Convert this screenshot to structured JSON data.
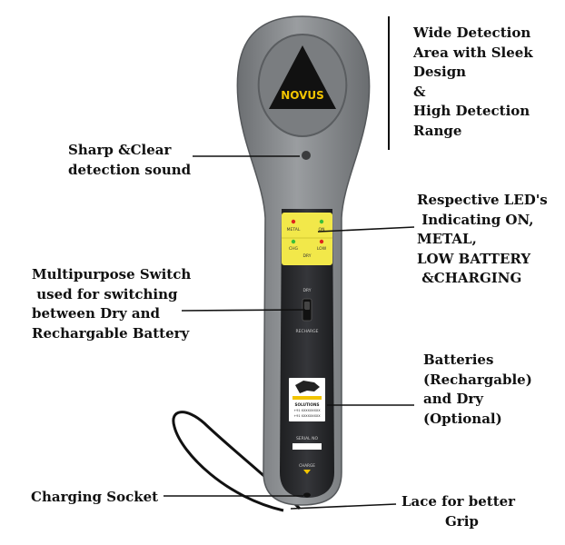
{
  "callouts": {
    "wide_detection": [
      "Wide Detection",
      "Area with Sleek",
      "Design",
      "&",
      "High Detection",
      "Range"
    ],
    "detection_sound": [
      "Sharp &Clear",
      "detection sound"
    ],
    "leds": [
      "Respective LED's",
      " Indicating ON,",
      "METAL,",
      "LOW BATTERY",
      " &CHARGING"
    ],
    "switch": [
      "Multipurpose Switch",
      " used for switching",
      "between Dry and",
      "Rechargable Battery"
    ],
    "batteries": [
      "Batteries",
      "(Rechargable)",
      "and Dry",
      "(Optional)"
    ],
    "charging_socket": [
      "Charging Socket"
    ],
    "lace": [
      "Lace for better",
      "Grip"
    ]
  },
  "device": {
    "brand": "NOVUS",
    "led_labels": {
      "metal": "METAL",
      "on": "ON",
      "chg": "CHG",
      "low": "LOW",
      "dry": "DRY"
    },
    "switch_top": "DRY",
    "switch_bottom": "RECHARGE",
    "sticker": {
      "company": "SOLUTIONS",
      "phone1": "+91 XXXXXXXXX",
      "phone2": "+91 XXXXXXXXX"
    },
    "serial_label": "SERIAL NO",
    "socket_label": "CHARGE"
  },
  "colors": {
    "body_gray": "#8a8d90",
    "handle_dark": "#2b2c2e",
    "panel_yellow": "#f2e84a",
    "brand_yellow": "#f2c400",
    "led_red": "#e0261c",
    "led_green": "#3cbf3a",
    "lace": "#111111"
  }
}
